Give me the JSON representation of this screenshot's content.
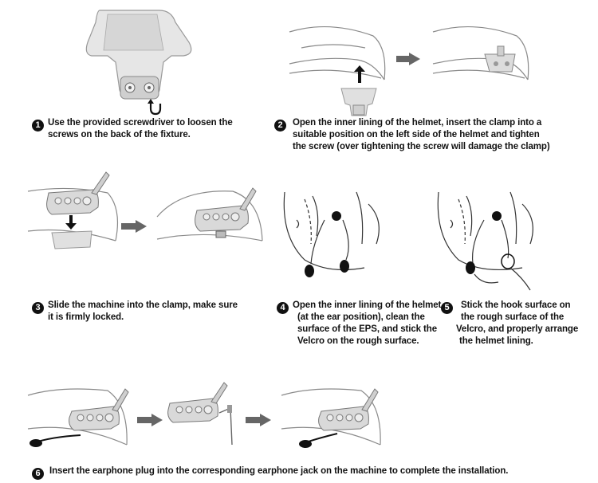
{
  "steps": [
    {
      "num": "1",
      "text_lines": [
        "Use the provided screwdriver to loosen the",
        "screws on the back of the fixture."
      ]
    },
    {
      "num": "2",
      "text_lines": [
        "Open the inner lining of the helmet, insert the clamp into a",
        "suitable position on the left side of the helmet and tighten",
        "the screw (over tightening the screw will damage the clamp)"
      ]
    },
    {
      "num": "3",
      "text_lines": [
        "Slide the machine into the clamp, make sure",
        "it is firmly locked."
      ]
    },
    {
      "num": "4",
      "text_lines": [
        "Open the inner lining of the helmet",
        "(at the ear position), clean the",
        "surface of the EPS, and stick the",
        "Velcro on the rough surface."
      ]
    },
    {
      "num": "5",
      "text_lines": [
        "Stick the hook surface on",
        "the rough surface of the",
        "Velcro, and properly arrange",
        "the helmet lining."
      ]
    },
    {
      "num": "6",
      "text_lines": [
        "Insert the earphone plug into the corresponding earphone jack on the machine to complete the installation."
      ]
    }
  ],
  "colors": {
    "text": "#111111",
    "illustration_line": "#8a8a8a",
    "arrow": "#666666",
    "device_fill": "#d9d9d9"
  },
  "icons": [
    "rotate-arrow-icon",
    "right-arrow-icon",
    "up-arrow-icon",
    "down-arrow-icon"
  ]
}
